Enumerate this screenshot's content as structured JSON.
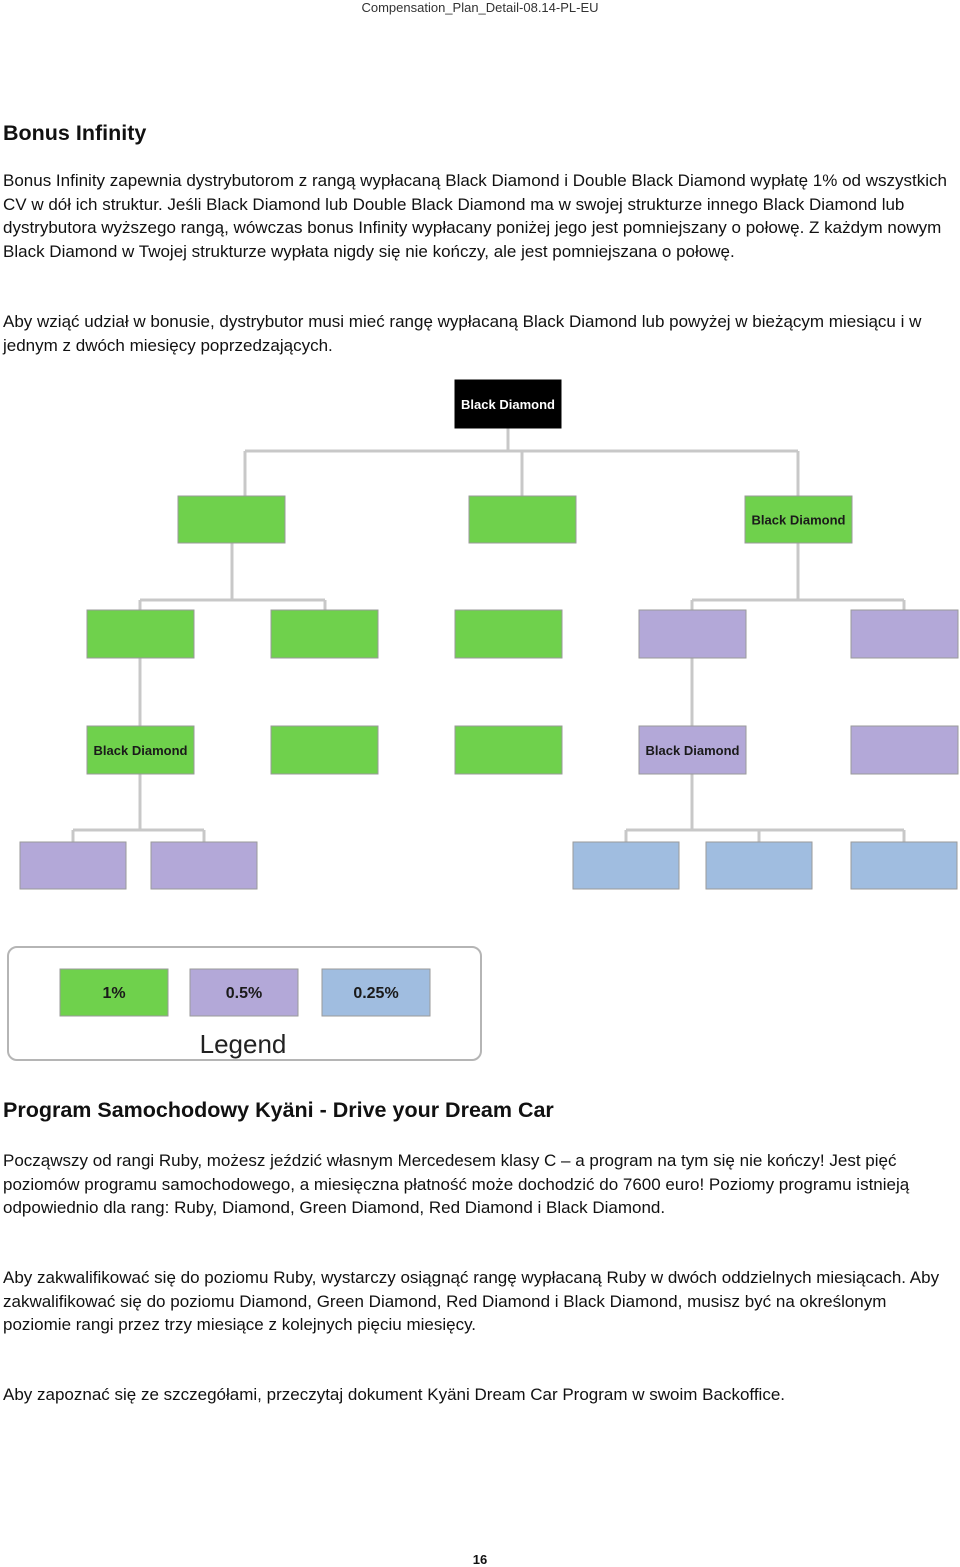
{
  "header": {
    "doc_code": "Compensation_Plan_Detail-08.14-PL-EU"
  },
  "infinity": {
    "title": "Bonus Infinity",
    "p1": "Bonus Infinity zapewnia dystrybutorom z rangą wypłacaną Black Diamond i Double Black Diamond wypłatę 1% od wszystkich CV w dół ich struktur.  Jeśli Black Diamond lub Double Black Diamond ma w swojej strukturze innego Black Diamond lub dystrybutora wyższego rangą, wówczas bonus Infinity wypłacany poniżej jego jest pomniejszany o połowę. Z każdym nowym Black Diamond w Twojej strukturze wypłata nigdy się nie kończy, ale jest pomniejszana o połowę.",
    "p2": "Aby wziąć udział w bonusie, dystrybutor musi mieć rangę wypłacaną Black Diamond lub powyżej w bieżącym miesiącu i w jednym z dwóch miesięcy poprzedzających."
  },
  "diagram": {
    "top_label": "Black Diamond",
    "bd_label": "Black Diamond",
    "colors": {
      "black": "#000000",
      "green": "#6fd14c",
      "purple": "#b3a8d8",
      "blue": "#a0bde0",
      "line": "#c8c8c8"
    },
    "legend": {
      "title": "Legend",
      "items": [
        {
          "label": "1%",
          "color": "#6fd14c"
        },
        {
          "label": "0.5%",
          "color": "#b3a8d8"
        },
        {
          "label": "0.25%",
          "color": "#a0bde0"
        }
      ]
    }
  },
  "car": {
    "title": "Program Samochodowy Kyäni - Drive your Dream Car",
    "p1": "Począwszy od rangi Ruby, możesz jeździć własnym Mercedesem klasy C – a program na tym się nie kończy!  Jest pięć poziomów programu samochodowego, a miesięczna płatność może dochodzić do 7600 euro!  Poziomy programu istnieją odpowiednio dla rang: Ruby, Diamond, Green Diamond, Red Diamond i Black Diamond.",
    "p2": "Aby zakwalifikować się do poziomu Ruby, wystarczy osiągnąć rangę wypłacaną Ruby w dwóch oddzielnych miesiącach.  Aby zakwalifikować się do poziomu Diamond, Green Diamond, Red Diamond i Black Diamond, musisz być na określonym poziomie rangi przez trzy miesiące z kolejnych pięciu miesięcy.",
    "p3": "Aby zapoznać się ze szczegółami, przeczytaj dokument Kyäni Dream Car Program w swoim Backoffice."
  },
  "footer": {
    "page_number": "16"
  }
}
